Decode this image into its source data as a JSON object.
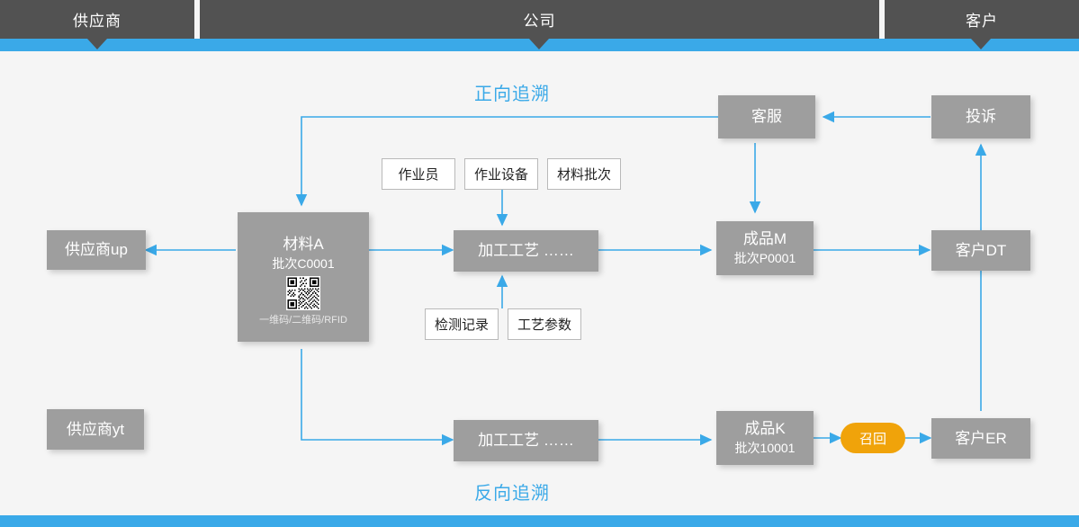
{
  "header": {
    "segments": [
      {
        "label": "供应商",
        "name": "header-supplier"
      },
      {
        "label": "公司",
        "name": "header-company"
      },
      {
        "label": "客户",
        "name": "header-customer"
      }
    ]
  },
  "titles": {
    "forward": "正向追溯",
    "reverse": "反向追溯"
  },
  "nodes": {
    "supplier_up": {
      "label": "供应商up"
    },
    "supplier_yt": {
      "label": "供应商yt"
    },
    "material_a": {
      "title": "材料A",
      "batch": "批次C0001",
      "codes": "一维码/二维码/RFID",
      "qr_alt": "qr-code"
    },
    "process_top": {
      "label": "加工工艺  ……"
    },
    "process_bottom": {
      "label": "加工工艺  ……"
    },
    "product_m": {
      "title": "成品M",
      "batch": "批次P0001"
    },
    "product_k": {
      "title": "成品K",
      "batch": "批次10001"
    },
    "customer_service": {
      "label": "客服"
    },
    "complaint": {
      "label": "投诉"
    },
    "customer_dt": {
      "label": "客户DT"
    },
    "customer_er": {
      "label": "客户ER"
    },
    "recall": {
      "label": "召回"
    }
  },
  "attributes_top": [
    {
      "label": "作业员"
    },
    {
      "label": "作业设备"
    },
    {
      "label": "材料批次"
    }
  ],
  "attributes_bottom": [
    {
      "label": "检测记录"
    },
    {
      "label": "工艺参数"
    }
  ],
  "colors": {
    "accent_blue": "#3aa9e8",
    "header_gray": "#525252",
    "node_gray": "#9e9e9e",
    "recall_orange": "#f0a30a",
    "canvas": "#f5f5f5"
  }
}
